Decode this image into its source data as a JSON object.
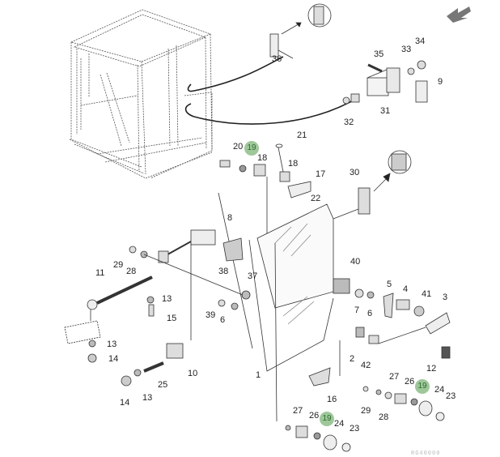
{
  "diagram": {
    "type": "exploded-parts-diagram",
    "subject": "cab door assembly",
    "highlight_color": "#9ec79a",
    "highlight_text_color": "#2f6b2f",
    "line_color": "#333333",
    "nav_arrow_color": "#777777",
    "footer_code": "RG40000"
  },
  "callouts": [
    {
      "id": "c36",
      "label": "36",
      "highlighted": false
    },
    {
      "id": "c35",
      "label": "35",
      "highlighted": false
    },
    {
      "id": "c33",
      "label": "33",
      "highlighted": false
    },
    {
      "id": "c34",
      "label": "34",
      "highlighted": false
    },
    {
      "id": "c9",
      "label": "9",
      "highlighted": false
    },
    {
      "id": "c31",
      "label": "31",
      "highlighted": false
    },
    {
      "id": "c32",
      "label": "32",
      "highlighted": false
    },
    {
      "id": "c21",
      "label": "21",
      "highlighted": false
    },
    {
      "id": "c20",
      "label": "20",
      "highlighted": false
    },
    {
      "id": "c19a",
      "label": "19",
      "highlighted": true
    },
    {
      "id": "c18a",
      "label": "18",
      "highlighted": false
    },
    {
      "id": "c18b",
      "label": "18",
      "highlighted": false
    },
    {
      "id": "c17",
      "label": "17",
      "highlighted": false
    },
    {
      "id": "c22",
      "label": "22",
      "highlighted": false
    },
    {
      "id": "c30",
      "label": "30",
      "highlighted": false
    },
    {
      "id": "c8",
      "label": "8",
      "highlighted": false
    },
    {
      "id": "c29a",
      "label": "29",
      "highlighted": false
    },
    {
      "id": "c28a",
      "label": "28",
      "highlighted": false
    },
    {
      "id": "c38",
      "label": "38",
      "highlighted": false
    },
    {
      "id": "c11",
      "label": "11",
      "highlighted": false
    },
    {
      "id": "c37",
      "label": "37",
      "highlighted": false
    },
    {
      "id": "c13a",
      "label": "13",
      "highlighted": false
    },
    {
      "id": "c15",
      "label": "15",
      "highlighted": false
    },
    {
      "id": "c39",
      "label": "39",
      "highlighted": false
    },
    {
      "id": "c6a",
      "label": "6",
      "highlighted": false
    },
    {
      "id": "c40",
      "label": "40",
      "highlighted": false
    },
    {
      "id": "c5",
      "label": "5",
      "highlighted": false
    },
    {
      "id": "c4",
      "label": "4",
      "highlighted": false
    },
    {
      "id": "c41",
      "label": "41",
      "highlighted": false
    },
    {
      "id": "c3",
      "label": "3",
      "highlighted": false
    },
    {
      "id": "c7",
      "label": "7",
      "highlighted": false
    },
    {
      "id": "c6b",
      "label": "6",
      "highlighted": false
    },
    {
      "id": "c13b",
      "label": "13",
      "highlighted": false
    },
    {
      "id": "c14a",
      "label": "14",
      "highlighted": false
    },
    {
      "id": "c10",
      "label": "10",
      "highlighted": false
    },
    {
      "id": "c2",
      "label": "2",
      "highlighted": false
    },
    {
      "id": "c42",
      "label": "42",
      "highlighted": false
    },
    {
      "id": "c12",
      "label": "12",
      "highlighted": false
    },
    {
      "id": "c1",
      "label": "1",
      "highlighted": false
    },
    {
      "id": "c25",
      "label": "25",
      "highlighted": false
    },
    {
      "id": "c14b",
      "label": "14",
      "highlighted": false
    },
    {
      "id": "c13c",
      "label": "13",
      "highlighted": false
    },
    {
      "id": "c16",
      "label": "16",
      "highlighted": false
    },
    {
      "id": "c27a",
      "label": "27",
      "highlighted": false
    },
    {
      "id": "c26a",
      "label": "26",
      "highlighted": false
    },
    {
      "id": "c19b",
      "label": "19",
      "highlighted": true
    },
    {
      "id": "c24a",
      "label": "24",
      "highlighted": false
    },
    {
      "id": "c23a",
      "label": "23",
      "highlighted": false
    },
    {
      "id": "c29b",
      "label": "29",
      "highlighted": false
    },
    {
      "id": "c28b",
      "label": "28",
      "highlighted": false
    },
    {
      "id": "c27b",
      "label": "27",
      "highlighted": false
    },
    {
      "id": "c26b",
      "label": "26",
      "highlighted": false
    },
    {
      "id": "c19c",
      "label": "19",
      "highlighted": true
    },
    {
      "id": "c24b",
      "label": "24",
      "highlighted": false
    },
    {
      "id": "c23b",
      "label": "23",
      "highlighted": false
    }
  ]
}
